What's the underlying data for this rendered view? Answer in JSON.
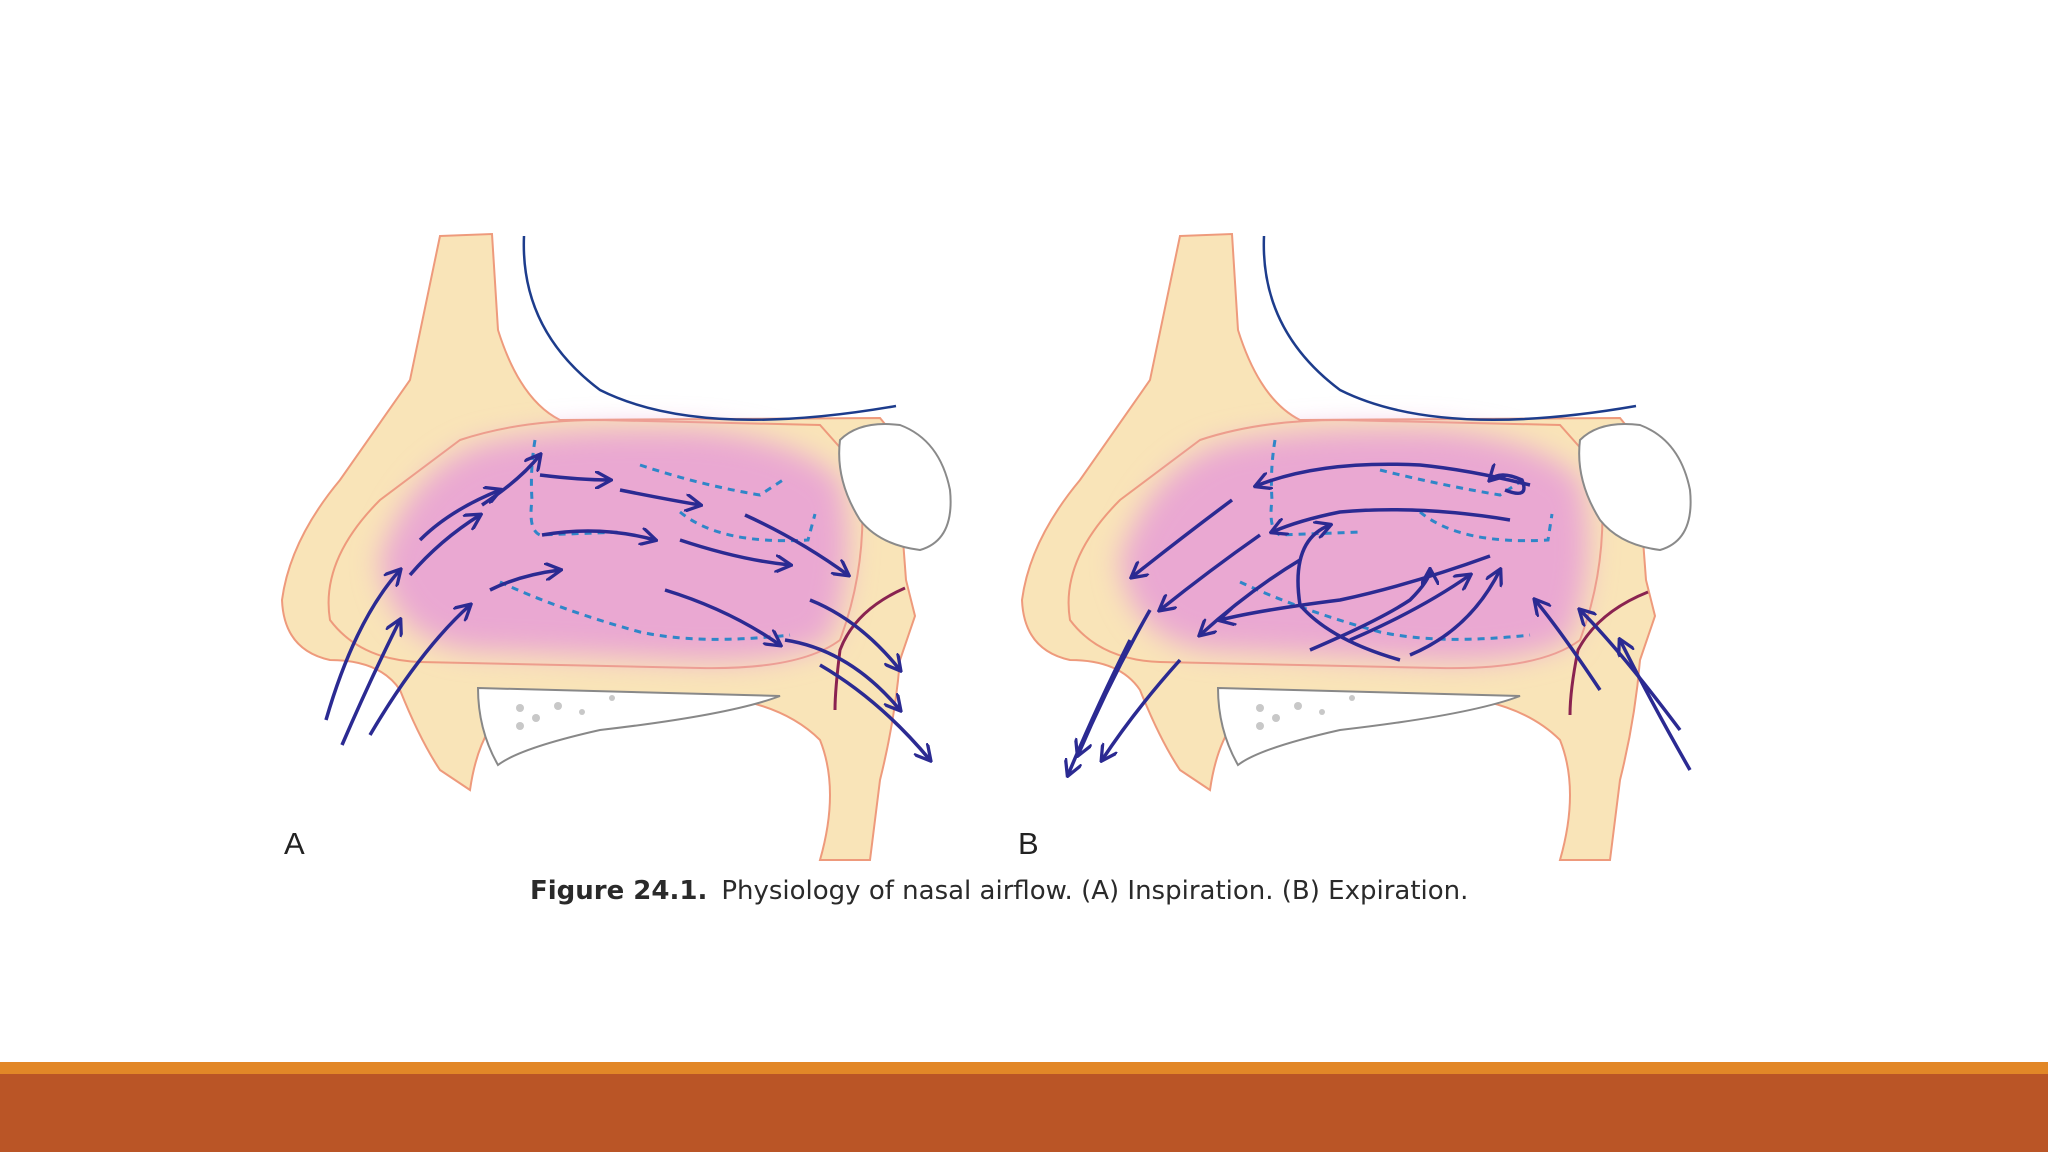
{
  "figure": {
    "panel_a_label": "A",
    "panel_b_label": "B",
    "caption_number": "Figure 24.1.",
    "caption_text": "Physiology of nasal airflow. (A) Inspiration. (B) Expiration."
  },
  "colors": {
    "skin": "#f9e4b8",
    "skin_outline": "#ee9a7c",
    "mucosa": "#eaa8d2",
    "airflow_arrow": "#2b2a92",
    "dashed_flow": "#2f86c8",
    "brain_outline": "#1d3c8c",
    "pharynx_line": "#8a2350",
    "footer_orange": "#e28727",
    "footer_rust": "#ba5526"
  }
}
